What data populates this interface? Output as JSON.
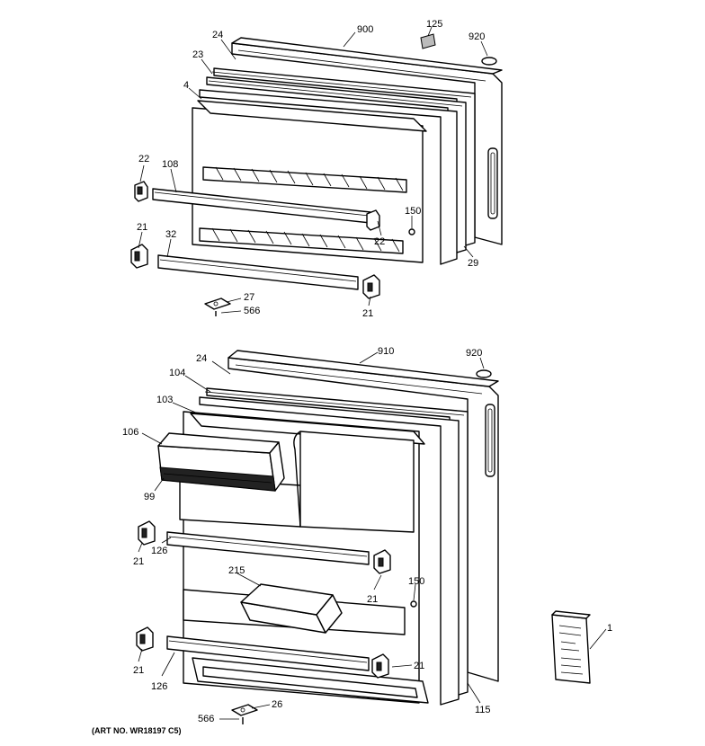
{
  "labels": {
    "upper": {
      "l900": "900",
      "l125": "125",
      "l920": "920",
      "l24": "24",
      "l23": "23",
      "l4": "4",
      "l22a": "22",
      "l108": "108",
      "l21a": "21",
      "l32": "32",
      "l150": "150",
      "l22b": "22",
      "l29": "29",
      "l27": "27",
      "l566": "566",
      "l21b": "21"
    },
    "lower": {
      "l910": "910",
      "l920": "920",
      "l24": "24",
      "l104": "104",
      "l103": "103",
      "l106": "106",
      "l99": "99",
      "l21a": "21",
      "l126a": "126",
      "l215": "215",
      "l21b": "21",
      "l150": "150",
      "l21c": "21",
      "l126b": "126",
      "l21d": "21",
      "l1": "1",
      "l26": "26",
      "l566": "566",
      "l115": "115"
    }
  },
  "footer": {
    "art_no": "(ART NO. WR18197 C5)"
  }
}
